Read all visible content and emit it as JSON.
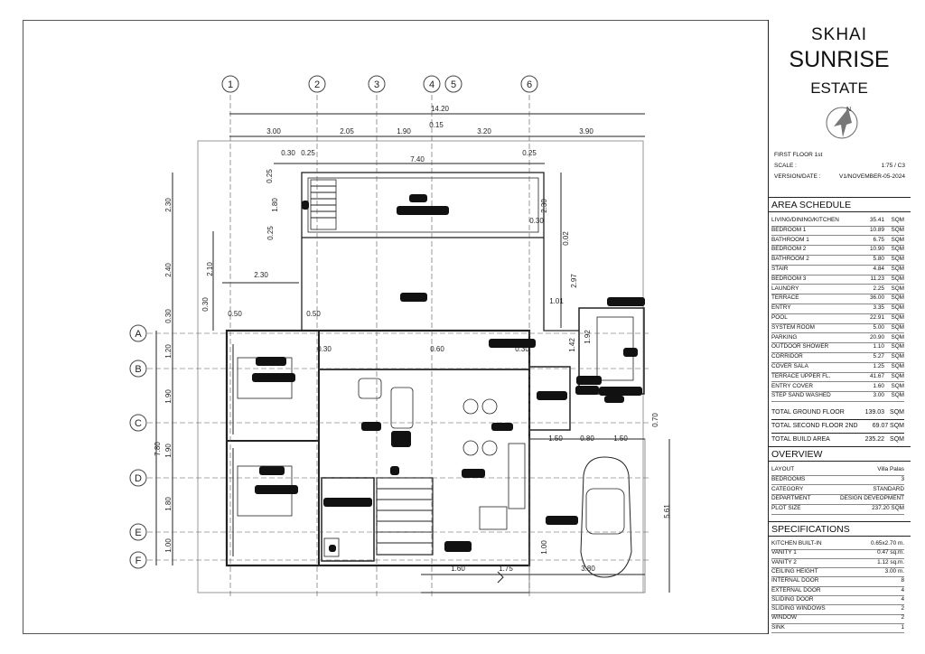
{
  "title_block": {
    "brand": "SKHAI",
    "project_line1": "SUNRISE",
    "project_line2": "ESTATE",
    "north_label": "N",
    "sheet_title": "FIRST FLOOR 1st",
    "scale_label": "SCALE :",
    "scale_value": "1:75 / C3",
    "version_label": "VERSION/DATE :",
    "version_value": "V1/NOVEMBER-05-2024"
  },
  "area_schedule": {
    "heading": "AREA SCHEDULE",
    "rows": [
      {
        "name": "LIVING/DINING/KITCHEN",
        "value": "35.41",
        "unit": "SQM"
      },
      {
        "name": "BEDROOM  1",
        "value": "10.89",
        "unit": "SQM"
      },
      {
        "name": "BATHROOM 1",
        "value": "6.75",
        "unit": "SQM"
      },
      {
        "name": "BEDROOM 2",
        "value": "10.90",
        "unit": "SQM"
      },
      {
        "name": "BATHROOM 2",
        "value": "5.80",
        "unit": "SQM"
      },
      {
        "name": "STAIR",
        "value": "4.84",
        "unit": "SQM"
      },
      {
        "name": "BEDROOM 3",
        "value": "11.23",
        "unit": "SQM"
      },
      {
        "name": "LAUNDRY",
        "value": "2.25",
        "unit": "SQM"
      },
      {
        "name": "TERRACE",
        "value": "36.00",
        "unit": "SQM"
      },
      {
        "name": "ENTRY",
        "value": "3.35",
        "unit": "SQM"
      },
      {
        "name": "POOL",
        "value": "22.91",
        "unit": "SQM"
      },
      {
        "name": "SYSTEM ROOM",
        "value": "5.00",
        "unit": "SQM"
      },
      {
        "name": "PARKING",
        "value": "20.90",
        "unit": "SQM"
      },
      {
        "name": "OUTDOOR SHOWER",
        "value": "1.10",
        "unit": "SQM"
      },
      {
        "name": "CORRIDOR",
        "value": "5.27",
        "unit": "SQM"
      },
      {
        "name": "COVER SALA",
        "value": "1.25",
        "unit": "SQM"
      },
      {
        "name": "TERRACE UPPER FL.",
        "value": "41.67",
        "unit": "SQM"
      },
      {
        "name": "ENTRY COVER",
        "value": "1.60",
        "unit": "SQM"
      },
      {
        "name": "STEP SAND WASHED",
        "value": "3.00",
        "unit": "SQM"
      }
    ],
    "totals": [
      {
        "name": "TOTAL GROUND FLOOR",
        "value": "139.03",
        "unit": "SQM"
      },
      {
        "name": "TOTAL SECOND FLOOR 2ND",
        "value": "69.07",
        "unit": "SQM"
      },
      {
        "name": "TOTAL BUILD AREA",
        "value": "235.22",
        "unit": "SQM"
      }
    ]
  },
  "overview": {
    "heading": "OVERVIEW",
    "rows": [
      {
        "name": "LAYOUT",
        "value": "Villa Palas"
      },
      {
        "name": "BEDROOMS",
        "value": "3"
      },
      {
        "name": "CATEGORY",
        "value": "STANDARD"
      },
      {
        "name": "DEPARTMENT",
        "value": "DESIGN DEVEOPMENT"
      },
      {
        "name": "PLOT SIZE",
        "value": "237.20 SQM"
      }
    ]
  },
  "specifications": {
    "heading": "SPECIFICATIONS",
    "rows": [
      {
        "name": "KITCHEN BUILT-IN",
        "value": "0.65x2.70 m."
      },
      {
        "name": "VANITY 1",
        "value": "0.47 sq.m."
      },
      {
        "name": "VANITY 2",
        "value": "1.12 sq.m."
      },
      {
        "name": "CEILING HEIGHT",
        "value": "3.00 m."
      },
      {
        "name": "INTERNAL DOOR",
        "value": "8"
      },
      {
        "name": "EXTERNAL DOOR",
        "value": "4"
      },
      {
        "name": "SLIDING DOOR",
        "value": "4"
      },
      {
        "name": "SLIDING WINDOWS",
        "value": "2"
      },
      {
        "name": "WINDOW",
        "value": "2"
      },
      {
        "name": "SINK",
        "value": "1"
      }
    ]
  },
  "plan": {
    "grid_columns": [
      "1",
      "2",
      "3",
      "4",
      "5",
      "6"
    ],
    "grid_rows": [
      "A",
      "B",
      "C",
      "D",
      "E",
      "F"
    ],
    "overall_width": "14.20",
    "top_dims": [
      "3.00",
      "2.05",
      "1.90",
      "0.15",
      "3.20",
      "3.90"
    ],
    "pool_dims": {
      "d030": "0.30",
      "d025a": "0.25",
      "width": "7.40",
      "d025b": "0.25"
    },
    "left_dims": [
      "2.30",
      "2.40",
      "0.30",
      "0.30",
      "1.20",
      "1.90",
      "1.90",
      "1.80",
      "1.00"
    ],
    "left_total": "7.80",
    "inner_dims": {
      "d210": "2.10",
      "d230h": "2.30",
      "d050a": "0.50",
      "d050b": "0.50",
      "d030a": "0.30",
      "d060": "0.60",
      "d030b": "0.30",
      "d025": "0.25",
      "d180": "1.80",
      "d025c": "0.25"
    },
    "right_dims": {
      "d230": "2.30",
      "d030": "0.30",
      "d002": "0.02",
      "d297": "2.97",
      "d101": "1.01",
      "d142": "1.42",
      "d192": "1.92",
      "d070": "0.70",
      "d561": "5.61",
      "d100": "1.00"
    },
    "bottom_dims": [
      "1.50",
      "0.80",
      "1.50",
      "1.60",
      "1.75",
      "3.80"
    ]
  }
}
